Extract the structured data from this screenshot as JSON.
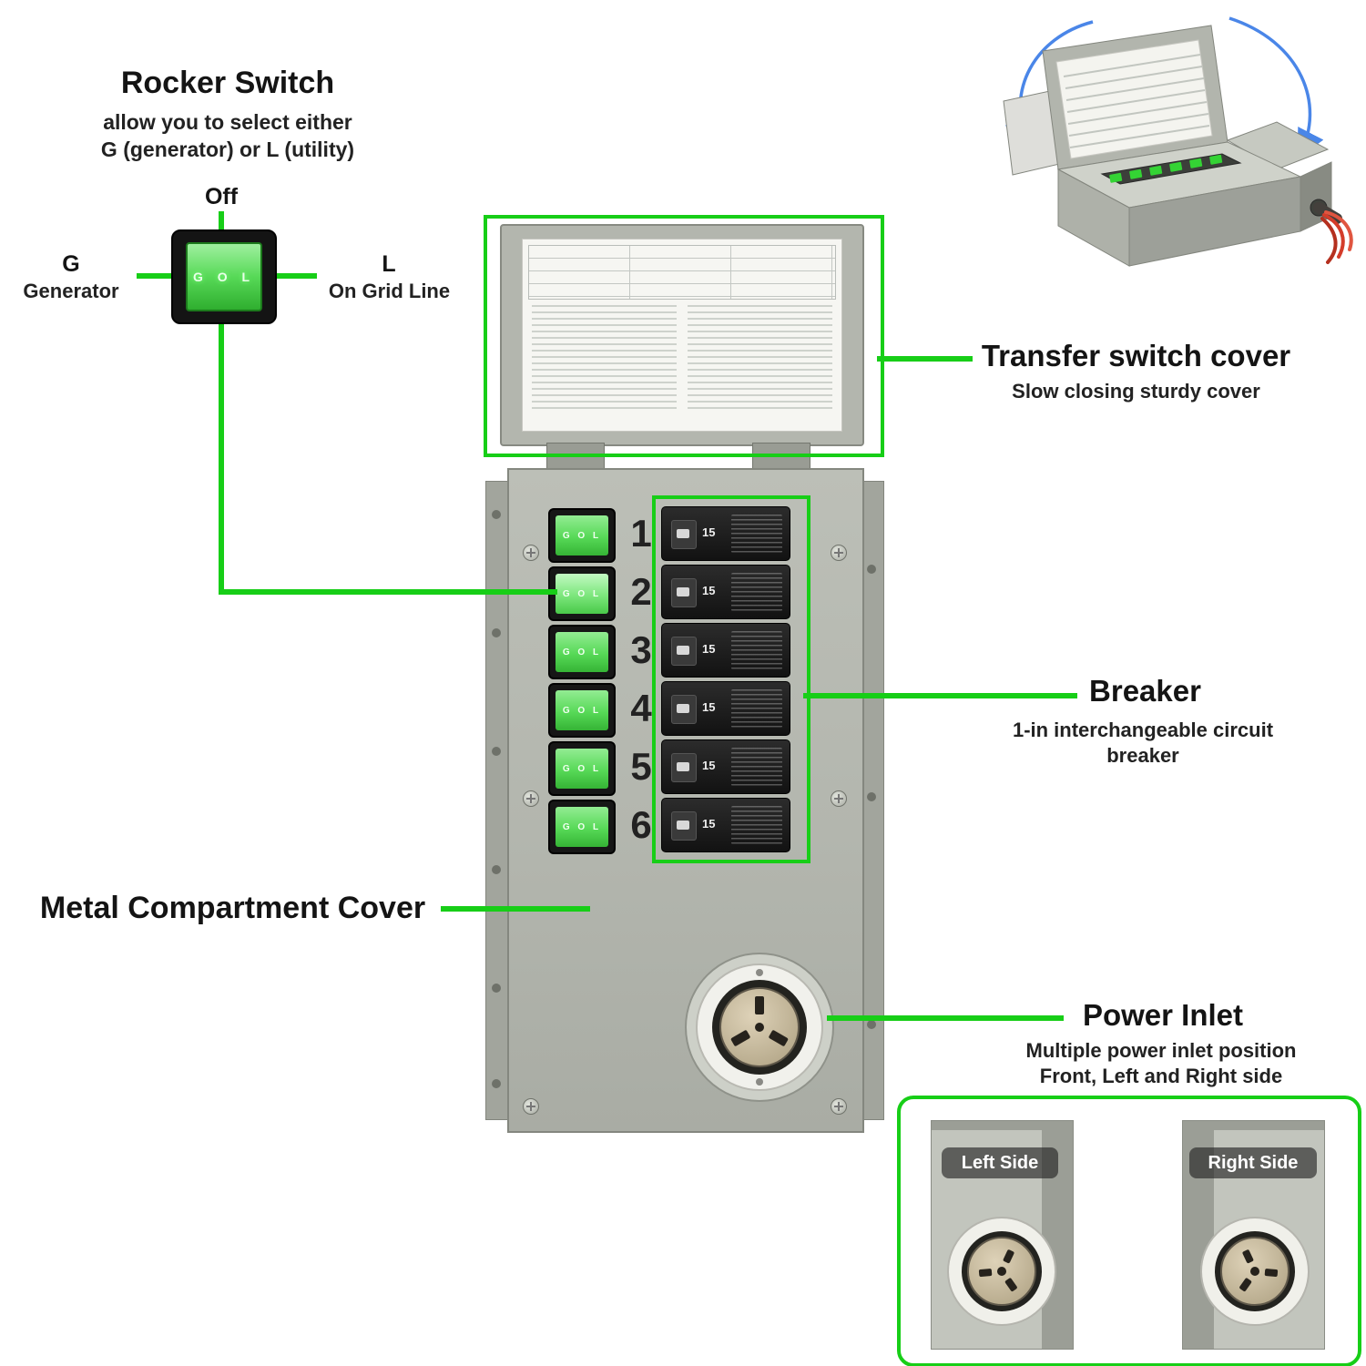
{
  "colors": {
    "accent_green": "#17CE17",
    "switch_green": "#57D957",
    "arrow_blue": "#4A86E8",
    "device_gray": "#B7BAB2"
  },
  "rocker": {
    "title": "Rocker Switch",
    "desc1": "allow you to select either",
    "desc2": "G (generator) or L (utility)",
    "off": "Off",
    "g": "G",
    "g_sub": "Generator",
    "l": "L",
    "l_sub": "On Grid Line",
    "letters": "G O L"
  },
  "cover": {
    "title": "Transfer switch cover",
    "sub": "Slow closing sturdy cover"
  },
  "breaker": {
    "title": "Breaker",
    "sub1": "1-in interchangeable circuit",
    "sub2": "breaker",
    "rating": "15"
  },
  "metal": {
    "title": "Metal Compartment Cover"
  },
  "inlet": {
    "title": "Power Inlet",
    "sub1": "Multiple power inlet position",
    "sub2": "Front, Left and Right side"
  },
  "sides": {
    "left": "Left Side",
    "right": "Right Side"
  },
  "numbers": [
    "1",
    "2",
    "3",
    "4",
    "5",
    "6"
  ]
}
